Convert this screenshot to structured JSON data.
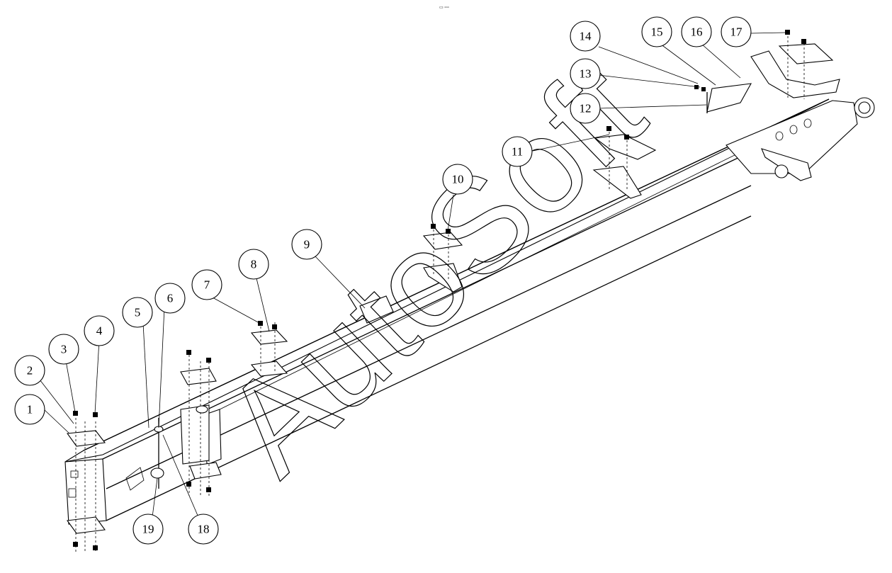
{
  "header_mark": "▭ ▫▫▫",
  "watermark": "AutoSoft",
  "callouts": [
    {
      "label": "1"
    },
    {
      "label": "2"
    },
    {
      "label": "3"
    },
    {
      "label": "4"
    },
    {
      "label": "5"
    },
    {
      "label": "6"
    },
    {
      "label": "7"
    },
    {
      "label": "8"
    },
    {
      "label": "9"
    },
    {
      "label": "10"
    },
    {
      "label": "11"
    },
    {
      "label": "12"
    },
    {
      "label": "13"
    },
    {
      "label": "14"
    },
    {
      "label": "15"
    },
    {
      "label": "16"
    },
    {
      "label": "17"
    },
    {
      "label": "18"
    },
    {
      "label": "19"
    }
  ]
}
